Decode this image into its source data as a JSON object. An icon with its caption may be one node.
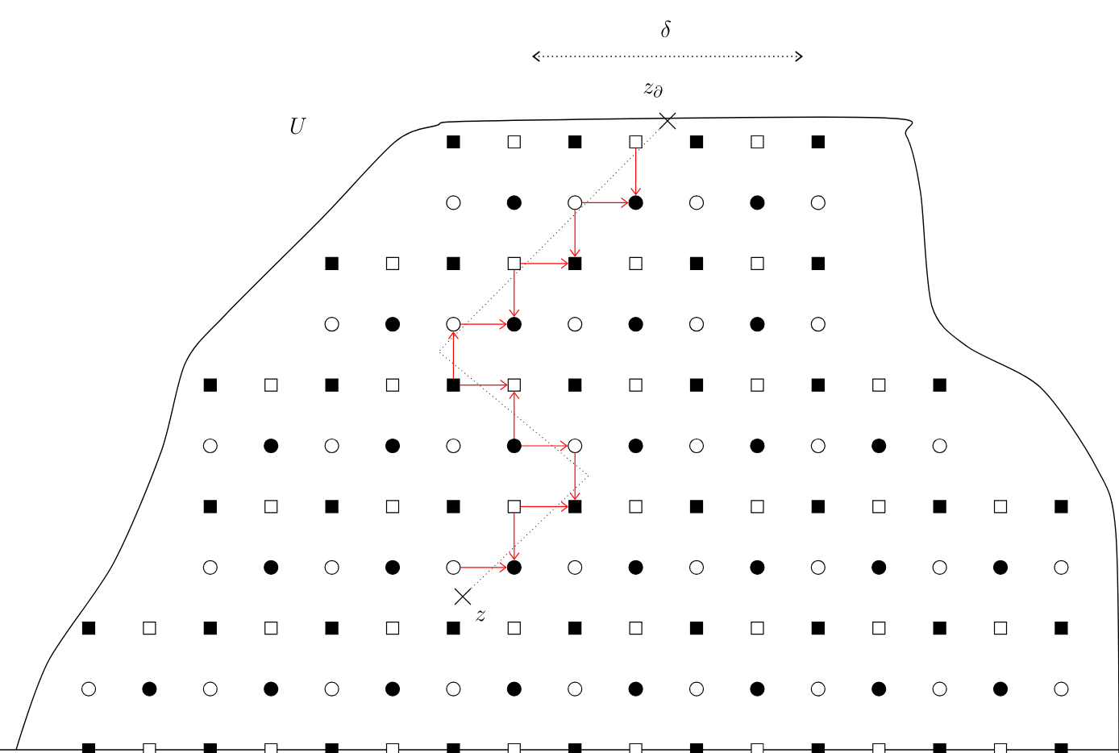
{
  "diagram": {
    "nodes": [
      {
        "text": [],
        "shape": "square"
      },
      {
        "text": [],
        "shape": "circle"
      },
      {
        "text": [],
        "shape": "circle"
      },
      {
        "text": [],
        "shape": "square"
      },
      {
        "text": [],
        "shape": "square"
      },
      {
        "text": [],
        "shape": "circle"
      },
      {
        "text": [],
        "shape": "circle"
      },
      {
        "text": [],
        "shape": "square"
      },
      {
        "text": [],
        "shape": "square"
      },
      {
        "text": [],
        "shape": "circle"
      },
      {
        "text": [],
        "shape": "circle"
      },
      {
        "text": [],
        "shape": "square"
      },
      {
        "text": [],
        "shape": "square"
      },
      {
        "text": [],
        "shape": "circle"
      },
      {
        "text": [],
        "shape": "circle"
      }
    ],
    "edges": [
      {
        "from": 0,
        "to": 2,
        "arrow": "to"
      },
      {
        "from": 1,
        "to": 2,
        "arrow": "to"
      },
      {
        "from": 1,
        "to": 4,
        "arrow": "to"
      },
      {
        "from": 3,
        "to": 4,
        "arrow": "to"
      },
      {
        "from": 3,
        "to": 6,
        "arrow": "to"
      },
      {
        "from": 5,
        "to": 6,
        "arrow": "to"
      },
      {
        "from": 7,
        "to": 5,
        "arrow": "to"
      },
      {
        "from": 7,
        "to": 8,
        "arrow": "to"
      },
      {
        "from": 9,
        "to": 8,
        "arrow": "to"
      },
      {
        "from": 9,
        "to": 10,
        "arrow": "to"
      },
      {
        "from": 10,
        "to": 12,
        "arrow": "to"
      },
      {
        "from": 11,
        "to": 12,
        "arrow": "to"
      },
      {
        "from": 11,
        "to": 14,
        "arrow": "to"
      },
      {
        "from": 13,
        "to": 14,
        "arrow": "to"
      }
    ],
    "labels": [
      "U",
      "\\delta",
      "z_\\partial",
      "z"
    ]
  }
}
